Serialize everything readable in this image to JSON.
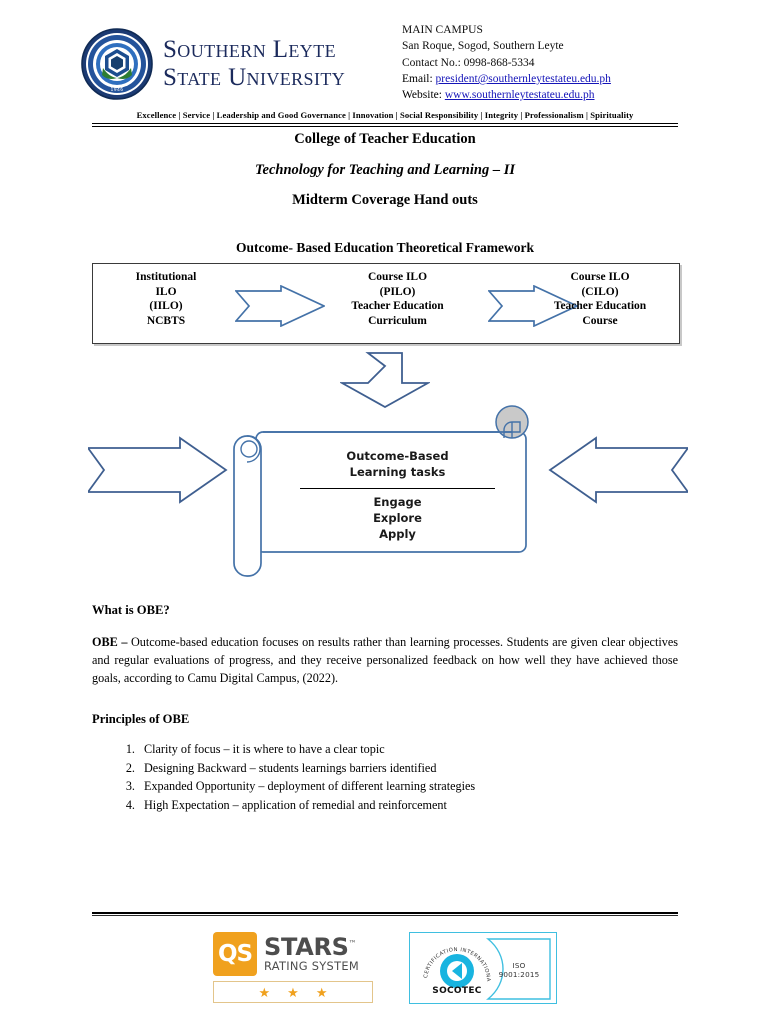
{
  "header": {
    "university_name_line1": "Southern Leyte",
    "university_name_line2": "State University",
    "seal_icon": "university-seal-icon",
    "campus_label": "MAIN CAMPUS",
    "address": "San Roque, Sogod, Southern Leyte",
    "contact": "Contact No.: 0998-868-5334",
    "email_label": "Email:",
    "email_value": "president@southernleytestateu.edu.ph",
    "website_label": "Website:",
    "website_value": "www.southernleytestateu.edu.ph",
    "tagline": "Excellence | Service | Leadership and Good Governance | Innovation | Social Responsibility | Integrity | Professionalism | Spirituality"
  },
  "titles": {
    "college": "College of Teacher Education",
    "course": "Technology for Teaching and Learning – II",
    "document": "Midterm Coverage Hand outs",
    "framework": "Outcome- Based Education Theoretical  Framework"
  },
  "framework": {
    "cells": [
      {
        "lines": [
          "Institutional",
          "ILO",
          "(IILO)",
          "NCBTS"
        ]
      },
      {
        "lines": [
          "Course ILO",
          "(PILO)",
          "Teacher Education",
          "Curriculum"
        ]
      },
      {
        "lines": [
          "Course ILO",
          "(CILO)",
          "Teacher Education",
          "Course"
        ]
      }
    ],
    "arrows": [
      "right-arrow-icon",
      "right-arrow-icon"
    ],
    "down_arrow": "down-arrow-icon",
    "side_arrow_left": "right-arrow-icon",
    "side_arrow_right": "left-arrow-icon"
  },
  "scroll": {
    "heading_line1": "Outcome-Based",
    "heading_line2": "Learning tasks",
    "tasks": [
      "Engage",
      "Explore",
      "Apply"
    ]
  },
  "content": {
    "q_heading": "What is OBE?",
    "paragraph_lead": "OBE – ",
    "paragraph_body": "Outcome-based education focuses on results rather than learning processes. Students are given clear objectives and regular evaluations of progress, and they receive personalized feedback on how well they have achieved those goals, according to Camu Digital Campus, (2022).",
    "principles_heading": "Principles of OBE",
    "principles": [
      "Clarity of focus – it is where to have a clear topic",
      "Designing Backward – students learnings barriers identified",
      "Expanded Opportunity – deployment of different learning strategies",
      "High Expectation – application of remedial and reinforcement"
    ]
  },
  "footer": {
    "qs": {
      "mark": "QS",
      "stars_word": "STARS",
      "tm": "™",
      "rating_system": "RATING SYSTEM",
      "star_count": 3,
      "star_glyph": "★",
      "accent_color": "#f0a11e"
    },
    "socotec": {
      "arc_text": "CERTIFICATION INTERNATIONAL",
      "name": "SOCOTEC",
      "iso": "ISO 9001:2015",
      "accent_color": "#3fbfe0"
    }
  },
  "colors": {
    "arrow_stroke": "#4472a8",
    "seal_blue": "#1b3a73",
    "link_blue": "#1414b8",
    "curl_fill": "#c9c9c9"
  }
}
